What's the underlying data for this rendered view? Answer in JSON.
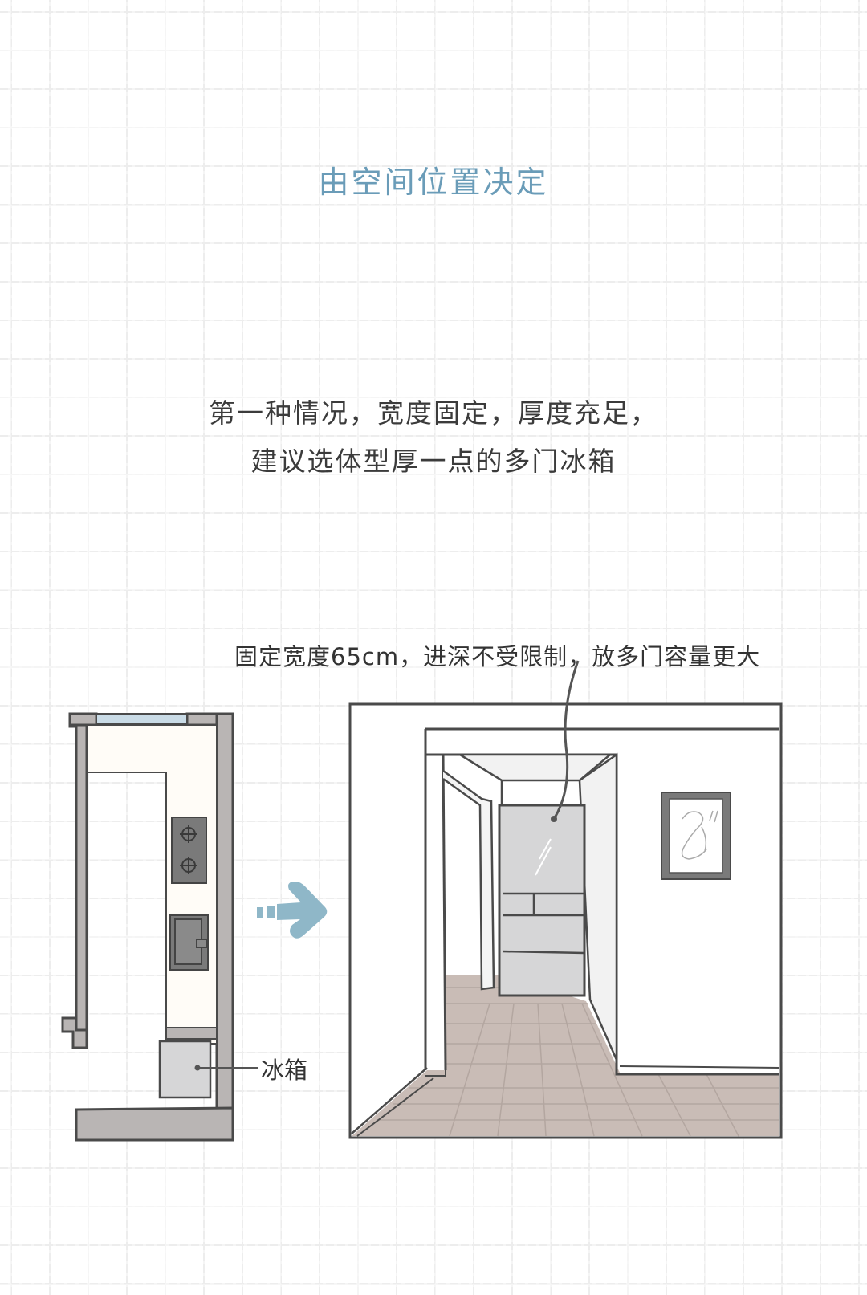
{
  "title": "由空间位置决定",
  "subtitle": {
    "line1": "第一种情况，宽度固定，厚度充足，",
    "line2": "建议选体型厚一点的多门冰箱"
  },
  "floorplan": {
    "fridge_label": "冰箱",
    "items": [
      "window",
      "stove-two-burner",
      "sink",
      "refrigerator"
    ]
  },
  "arrow": {
    "direction": "right",
    "color": "#8fb7c8"
  },
  "perspective": {
    "callout": "固定宽度65cm，进深不受限制，放多门容量更大",
    "items": [
      "multi-door-refrigerator",
      "doorway",
      "wall-picture-frame",
      "wood-floor"
    ]
  },
  "colors": {
    "title": "#6a9cb8",
    "text": "#333333",
    "wall": "#b9b5b4",
    "counter": "#fffcf7",
    "appliance_dark": "#7a7a7a",
    "fridge": "#d6d6d7",
    "floor": "#c9bcb6",
    "grid": "#ededed"
  }
}
